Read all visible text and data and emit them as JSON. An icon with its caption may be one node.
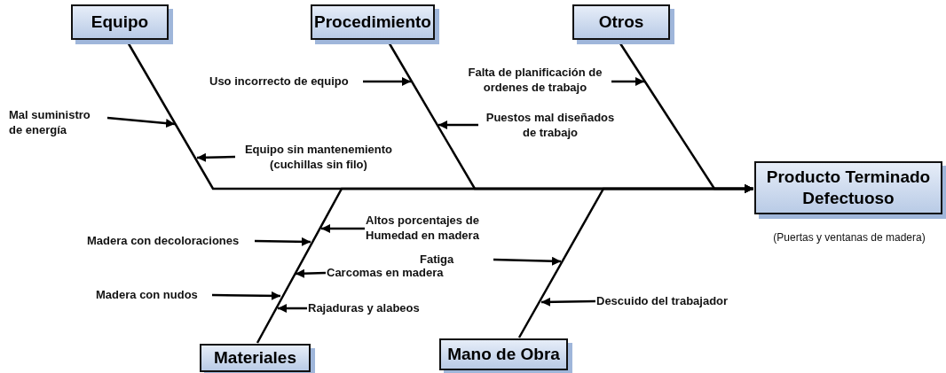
{
  "diagram": {
    "nodes": [
      {
        "text": [
          "Equipo"
        ]
      },
      {
        "text": [
          "Procedimiento"
        ]
      },
      {
        "text": [
          "Otros"
        ]
      },
      {
        "text": [
          "Producto Terminado Defectuoso"
        ],
        "beside": [
          "(Puertas y ventanas de madera)"
        ]
      },
      {
        "text": [
          "Materiales"
        ]
      },
      {
        "text": [
          "Mano de Obra"
        ]
      },
      {
        "text": [
          "Mal suministro de energía"
        ]
      },
      {
        "text": [
          "Equipo sin mantenemiento (cuchillas sin filo)"
        ]
      },
      {
        "text": [
          "Uso incorrecto de equipo"
        ]
      },
      {
        "text": [
          "Puestos mal diseñados de trabajo"
        ]
      },
      {
        "text": [
          "Falta de planificación de ordenes de trabajo"
        ]
      },
      {
        "text": [
          "Altos porcentajes de Humedad en madera"
        ]
      },
      {
        "text": [
          "Madera con decoloraciones"
        ]
      },
      {
        "text": [
          "Carcomas en madera"
        ]
      },
      {
        "text": [
          "Madera con nudos"
        ]
      },
      {
        "text": [
          "Rajaduras y alabeos"
        ]
      },
      {
        "text": [
          "Fatiga"
        ]
      },
      {
        "text": [
          "Descuido del trabajador"
        ]
      }
    ],
    "edges": [
      {
        "from": 0,
        "to": 3,
        "arrow": "to"
      },
      {
        "from": 1,
        "to": 3,
        "arrow": "to"
      },
      {
        "from": 2,
        "to": 3,
        "arrow": "to"
      },
      {
        "from": 4,
        "to": 3,
        "arrow": "to"
      },
      {
        "from": 5,
        "to": 3,
        "arrow": "to"
      },
      {
        "from": 6,
        "to": null,
        "arrow": "to"
      },
      {
        "from": 7,
        "to": null,
        "arrow": "to"
      },
      {
        "from": 8,
        "to": null,
        "arrow": "to"
      },
      {
        "from": 9,
        "to": null,
        "arrow": "to"
      },
      {
        "from": 10,
        "to": null,
        "arrow": "to"
      },
      {
        "from": 11,
        "to": null,
        "arrow": "to"
      },
      {
        "from": 12,
        "to": null,
        "arrow": "to"
      },
      {
        "from": 13,
        "to": null,
        "arrow": "to"
      },
      {
        "from": 14,
        "to": null,
        "arrow": "to"
      },
      {
        "from": 15,
        "to": null,
        "arrow": "to"
      },
      {
        "from": 16,
        "to": null,
        "arrow": "to"
      },
      {
        "from": 17,
        "to": null,
        "arrow": "to"
      }
    ]
  }
}
